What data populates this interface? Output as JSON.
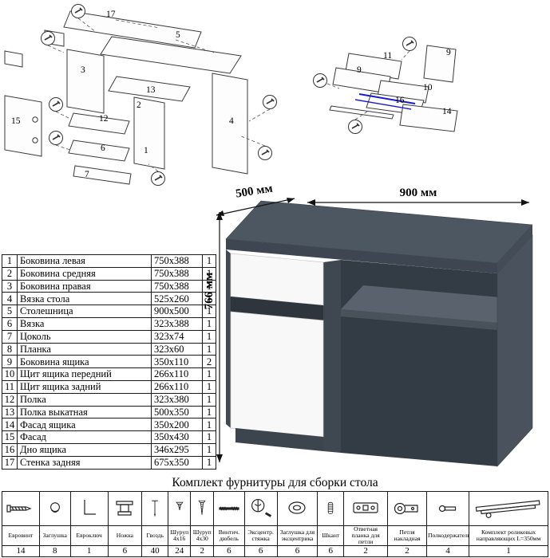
{
  "parts_table": {
    "rows": [
      {
        "n": "1",
        "name": "Боковина левая",
        "size": "750x388",
        "qty": "1"
      },
      {
        "n": "2",
        "name": "Боковина средняя",
        "size": "750x388",
        "qty": "1"
      },
      {
        "n": "3",
        "name": "Боковина правая",
        "size": "750x388",
        "qty": "1"
      },
      {
        "n": "4",
        "name": "Вязка стола",
        "size": "525x260",
        "qty": "1"
      },
      {
        "n": "5",
        "name": "Столешница",
        "size": "900x500",
        "qty": "1"
      },
      {
        "n": "6",
        "name": "Вязка",
        "size": "323x388",
        "qty": "1"
      },
      {
        "n": "7",
        "name": "Цоколь",
        "size": "323x74",
        "qty": "1"
      },
      {
        "n": "8",
        "name": "Планка",
        "size": "323x60",
        "qty": "1"
      },
      {
        "n": "9",
        "name": "Боковина ящика",
        "size": "350x110",
        "qty": "2"
      },
      {
        "n": "10",
        "name": "Щит ящика передний",
        "size": "266x110",
        "qty": "1"
      },
      {
        "n": "11",
        "name": "Щит ящика задний",
        "size": "266x110",
        "qty": "1"
      },
      {
        "n": "12",
        "name": "Полка",
        "size": "323x380",
        "qty": "1"
      },
      {
        "n": "13",
        "name": "Полка выкатная",
        "size": "500x350",
        "qty": "1"
      },
      {
        "n": "14",
        "name": "Фасад ящика",
        "size": "350x200",
        "qty": "1"
      },
      {
        "n": "15",
        "name": "Фасад",
        "size": "350x430",
        "qty": "1"
      },
      {
        "n": "16",
        "name": "Дно ящика",
        "size": "346x295",
        "qty": "1"
      },
      {
        "n": "17",
        "name": "Стенка задняя",
        "size": "675x350",
        "qty": "1"
      }
    ]
  },
  "desk": {
    "dims": {
      "width": "900 мм",
      "depth": "500 мм",
      "height": "766 мм"
    },
    "colors": {
      "body": "#4d5761",
      "front": "#f8f8f8"
    }
  },
  "diagrams": {
    "desk_labels": [
      "17",
      "5",
      "3",
      "13",
      "12",
      "6",
      "7",
      "15",
      "2",
      "1",
      "4"
    ],
    "drawer_labels": [
      "11",
      "9",
      "9",
      "10",
      "16",
      "14"
    ],
    "highlight_color": "#1a1acd"
  },
  "hardware": {
    "title": "Комплект фурнитуры для сборки стола",
    "items": [
      {
        "name": "Евровинт",
        "qty": "14",
        "icon": "eurovint-screw-icon"
      },
      {
        "name": "Заглушка",
        "qty": "8",
        "icon": "cap-plug-icon"
      },
      {
        "name": "Евроключ",
        "qty": "1",
        "icon": "hex-key-icon"
      },
      {
        "name": "Ножка",
        "qty": "6",
        "icon": "leg-icon"
      },
      {
        "name": "Гвоздь",
        "qty": "40",
        "icon": "nail-icon"
      },
      {
        "name": "Шуруп 4x16",
        "qty": "24",
        "icon": "screw-4x16-icon"
      },
      {
        "name": "Шуруп 4x30",
        "qty": "2",
        "icon": "screw-4x30-icon"
      },
      {
        "name": "Винтич. дюбель",
        "qty": "6",
        "icon": "dowel-screw-icon"
      },
      {
        "name": "Эксцентр. стяжка",
        "qty": "6",
        "icon": "eccentric-cam-icon"
      },
      {
        "name": "Заглушка для эксцентрика",
        "qty": "6",
        "icon": "eccentric-cap-icon"
      },
      {
        "name": "Шкант",
        "qty": "6",
        "icon": "wood-dowel-icon"
      },
      {
        "name": "Ответная планка для петли",
        "qty": "2",
        "icon": "hinge-plate-icon"
      },
      {
        "name": "Петля накладная",
        "qty": "2",
        "icon": "overlay-hinge-icon"
      },
      {
        "name": "Полкодержатель",
        "qty": "4",
        "icon": "shelf-support-icon"
      },
      {
        "name": "Комплект роликовых направляющих L=350мм",
        "qty": "1",
        "icon": "roller-guides-icon"
      }
    ]
  }
}
